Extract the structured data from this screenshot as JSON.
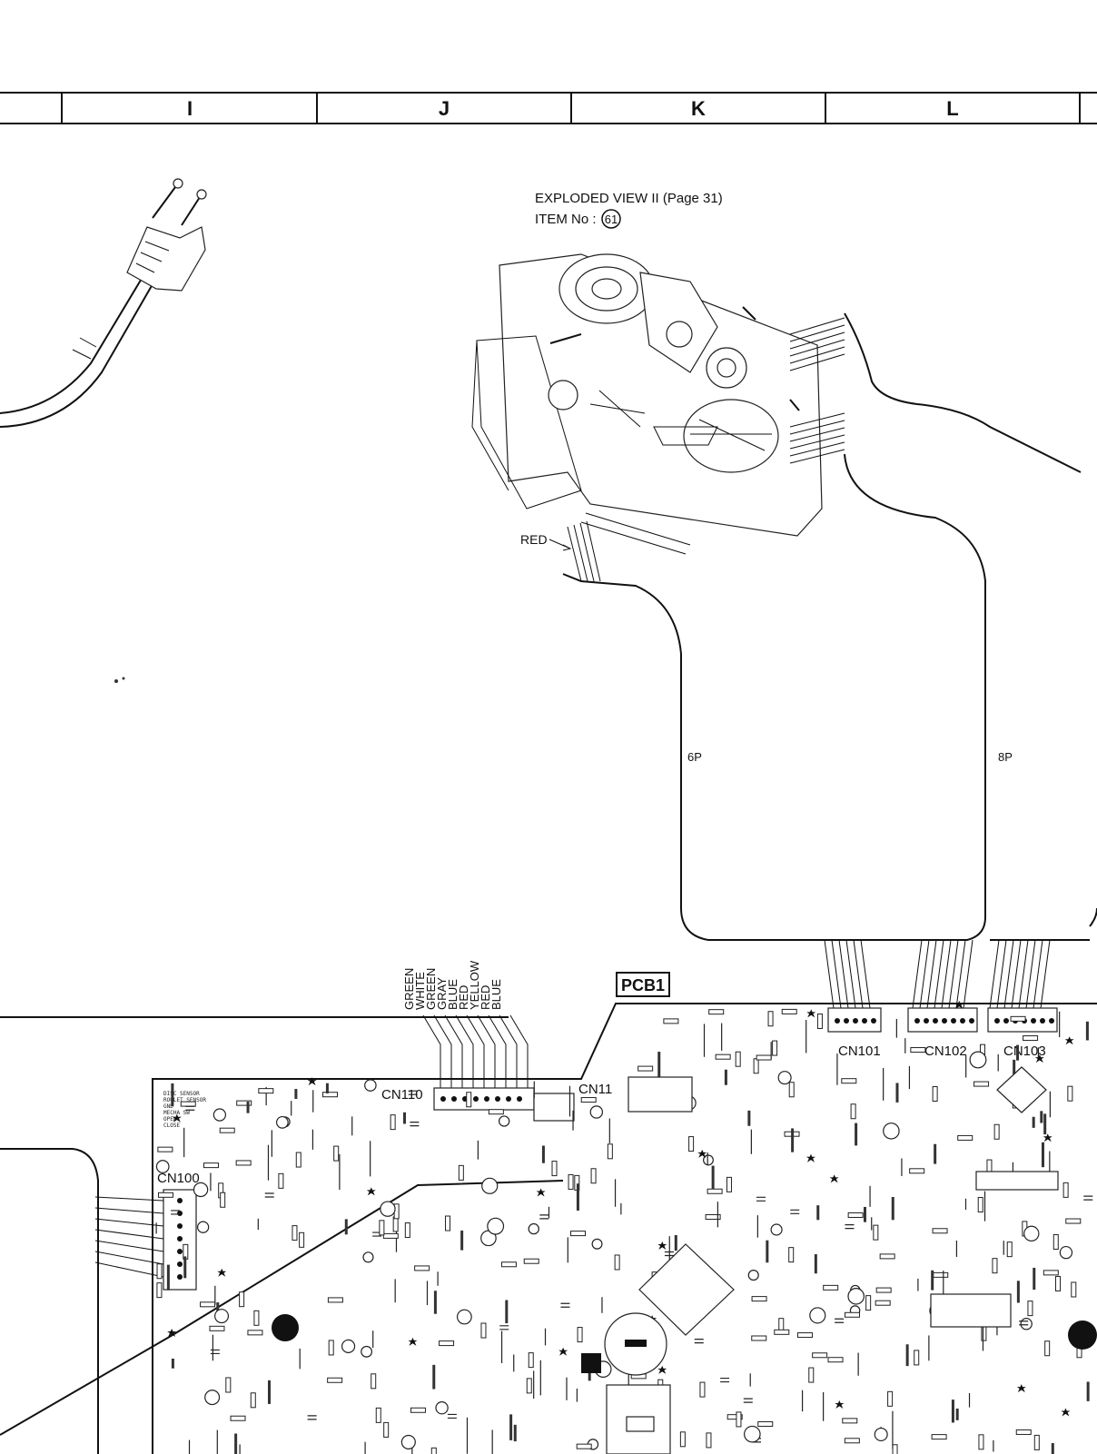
{
  "grid_columns": [
    "I",
    "J",
    "K",
    "L"
  ],
  "exploded_view": {
    "line1": "EXPLODED VIEW II (Page 31)",
    "line2_prefix": "ITEM No :",
    "item_number": "61"
  },
  "wire_labels": {
    "red_arrow": "RED",
    "cable_6p": "6P",
    "cable_8p": "8P"
  },
  "wire_colors": [
    "GREEN",
    "WHITE",
    "GREEN",
    "GRAY",
    "BLUE",
    "RED",
    "YELLOW",
    "RED",
    "BLUE"
  ],
  "board_label": "PCB1",
  "connectors": {
    "cn110": "CN110",
    "cn111": "CN11",
    "cn103": "CN103",
    "cn102": "CN102",
    "cn101": "CN101",
    "cn100": "CN100"
  },
  "silkscreen_lines": [
    "DISC SENSOR",
    "ROULET SENSOR",
    "GND",
    "MECHA SW",
    "OPEN",
    "CLOSE"
  ]
}
